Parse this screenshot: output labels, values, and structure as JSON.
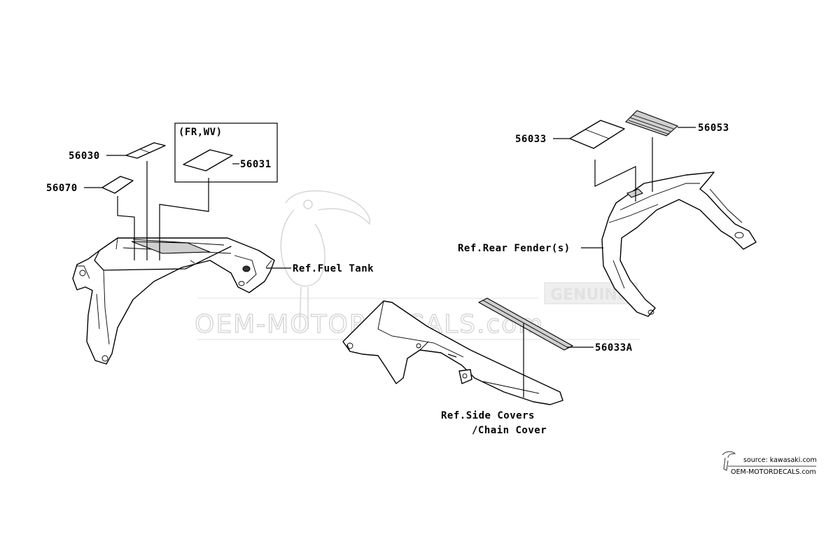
{
  "part_numbers": {
    "p56030": "56030",
    "p56070": "56070",
    "p56031": "56031",
    "p56033": "56033",
    "p56053": "56053",
    "p56033A": "56033A"
  },
  "box_label": "(FR,WV)",
  "references": {
    "fuel_tank": "Ref.Fuel Tank",
    "rear_fender": "Ref.Rear Fender(s)",
    "side_covers_line1": "Ref.Side Covers",
    "side_covers_line2": "/Chain Cover"
  },
  "watermark": {
    "main": "OEM-MOTORDECALS.com",
    "badge": "GENUINE"
  },
  "source": {
    "line1": "source: kawasaki.com",
    "line2": "OEM-MOTORDECALS.com"
  }
}
